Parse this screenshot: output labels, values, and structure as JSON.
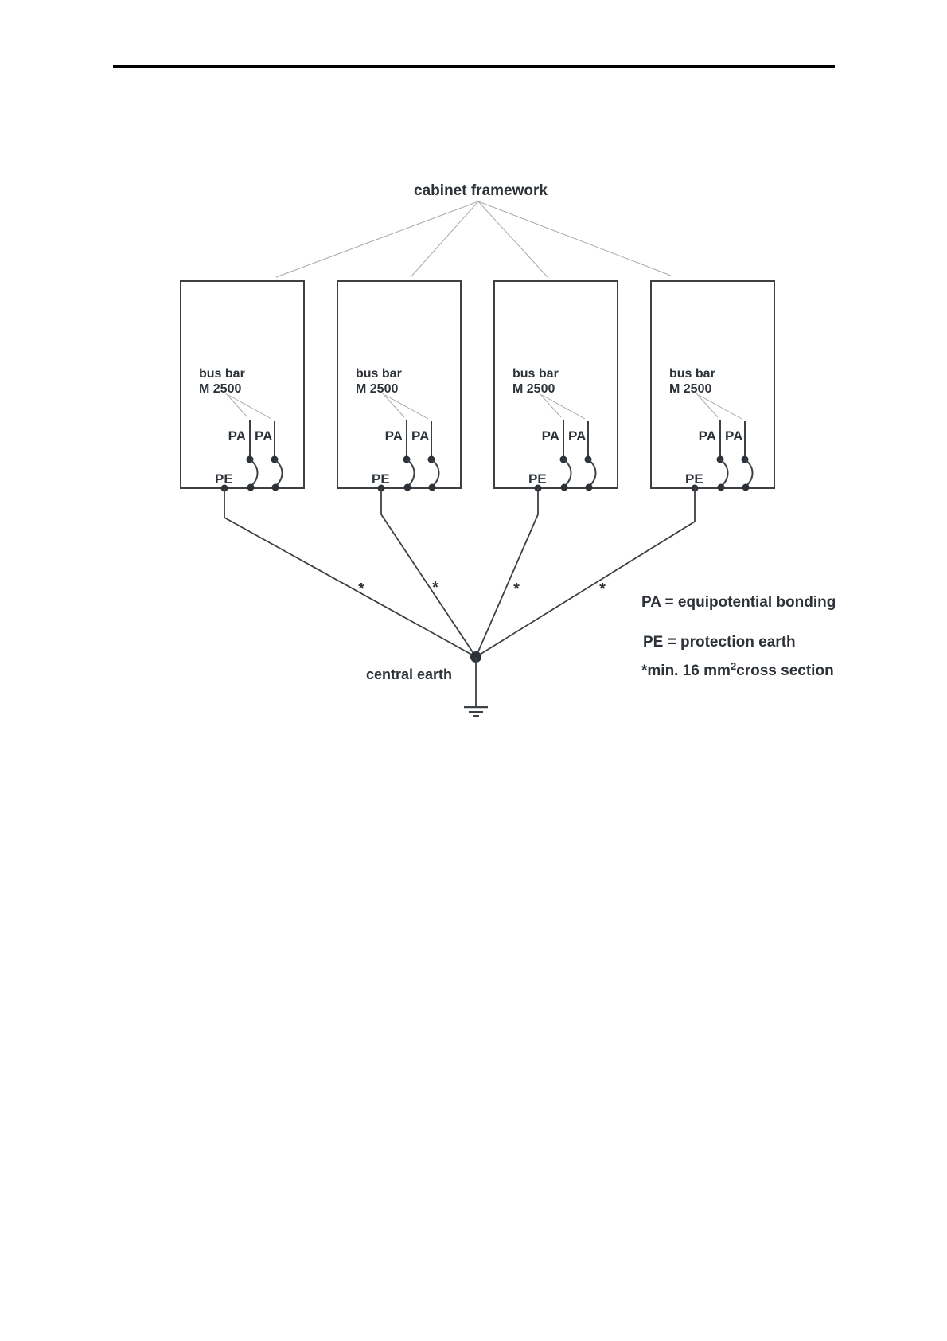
{
  "diagram": {
    "title": "cabinet framework",
    "central_earth_label": "central earth",
    "conductor_markers": [
      "*",
      "*",
      "*",
      "*"
    ],
    "cabinets": [
      {
        "bus_bar_line1": "bus bar",
        "bus_bar_line2": "M 2500",
        "pa_left_label": "PA",
        "pa_right_label": "PA",
        "pe_label": "PE"
      },
      {
        "bus_bar_line1": "bus bar",
        "bus_bar_line2": "M 2500",
        "pa_left_label": "PA",
        "pa_right_label": "PA",
        "pe_label": "PE"
      },
      {
        "bus_bar_line1": "bus bar",
        "bus_bar_line2": "M 2500",
        "pa_left_label": "PA",
        "pa_right_label": "PA",
        "pe_label": "PE"
      },
      {
        "bus_bar_line1": "bus bar",
        "bus_bar_line2": "M 2500",
        "pa_left_label": "PA",
        "pa_right_label": "PA",
        "pe_label": "PE"
      }
    ],
    "legend": {
      "pa_definition": "PA = equipotential bonding",
      "pe_definition": "PE = protection earth",
      "note_prefix": "*min. 16 mm",
      "note_superscript": "2",
      "note_suffix": "cross section"
    },
    "colors": {
      "ink": "#2d3238",
      "line_dark": "#3c4043",
      "line_light": "#a6a9ad",
      "header_rule": "#000000"
    }
  }
}
